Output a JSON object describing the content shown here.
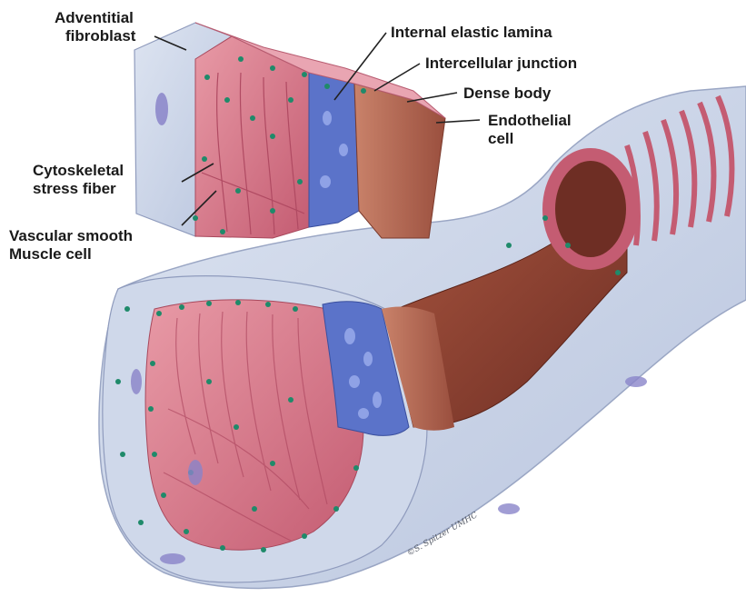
{
  "labels": {
    "adventitial_fibroblast": [
      "Adventitial",
      "fibroblast"
    ],
    "internal_elastic_lamina": "Internal elastic lamina",
    "intercellular_junction": "Intercellular junction",
    "dense_body": "Dense body",
    "endothelial_cell": [
      "Endothelial",
      "cell"
    ],
    "cytoskeletal_stress_fiber": [
      "Cytoskeletal",
      "stress fiber"
    ],
    "vascular_smooth_muscle_cell": [
      "Vascular smooth",
      "Muscle cell"
    ]
  },
  "signature": "©S. Spitzer UMHC",
  "colors": {
    "adventitia": "#c9d3e6",
    "smooth_muscle": "#d97a8c",
    "elastic_lamina": "#5b73c9",
    "endothelium": "#b86a55",
    "dense_body": "#1f8a6a",
    "leader_line": "#222222"
  }
}
